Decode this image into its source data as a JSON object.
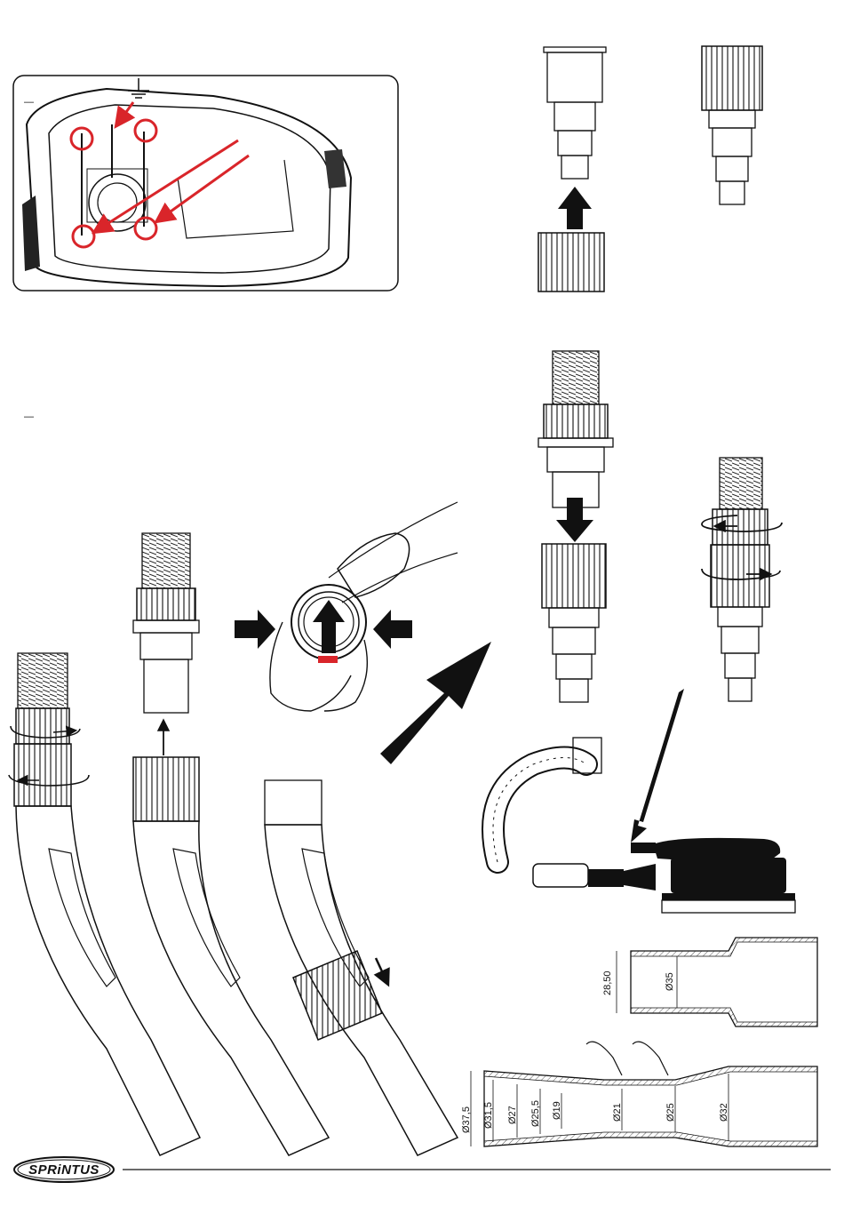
{
  "brand": {
    "name": "SPRiNTUS"
  },
  "figure_markers": [
    "—",
    "—"
  ],
  "dimensions": {
    "adapter_top": {
      "length": "28,50",
      "diameter": "Ø35"
    },
    "adapter_bottom": {
      "d1": "Ø37,5",
      "d2": "Ø31,5",
      "d3": "Ø27",
      "d4": "Ø25,5",
      "d5": "Ø19",
      "d6": "Ø21",
      "d7": "Ø25",
      "d8": "Ø32"
    }
  },
  "colors": {
    "accent_red": "#d9252a",
    "ink": "#111111"
  },
  "icons": [
    "ground-icon",
    "rotate-arrow-icon",
    "direction-arrow-icon"
  ]
}
